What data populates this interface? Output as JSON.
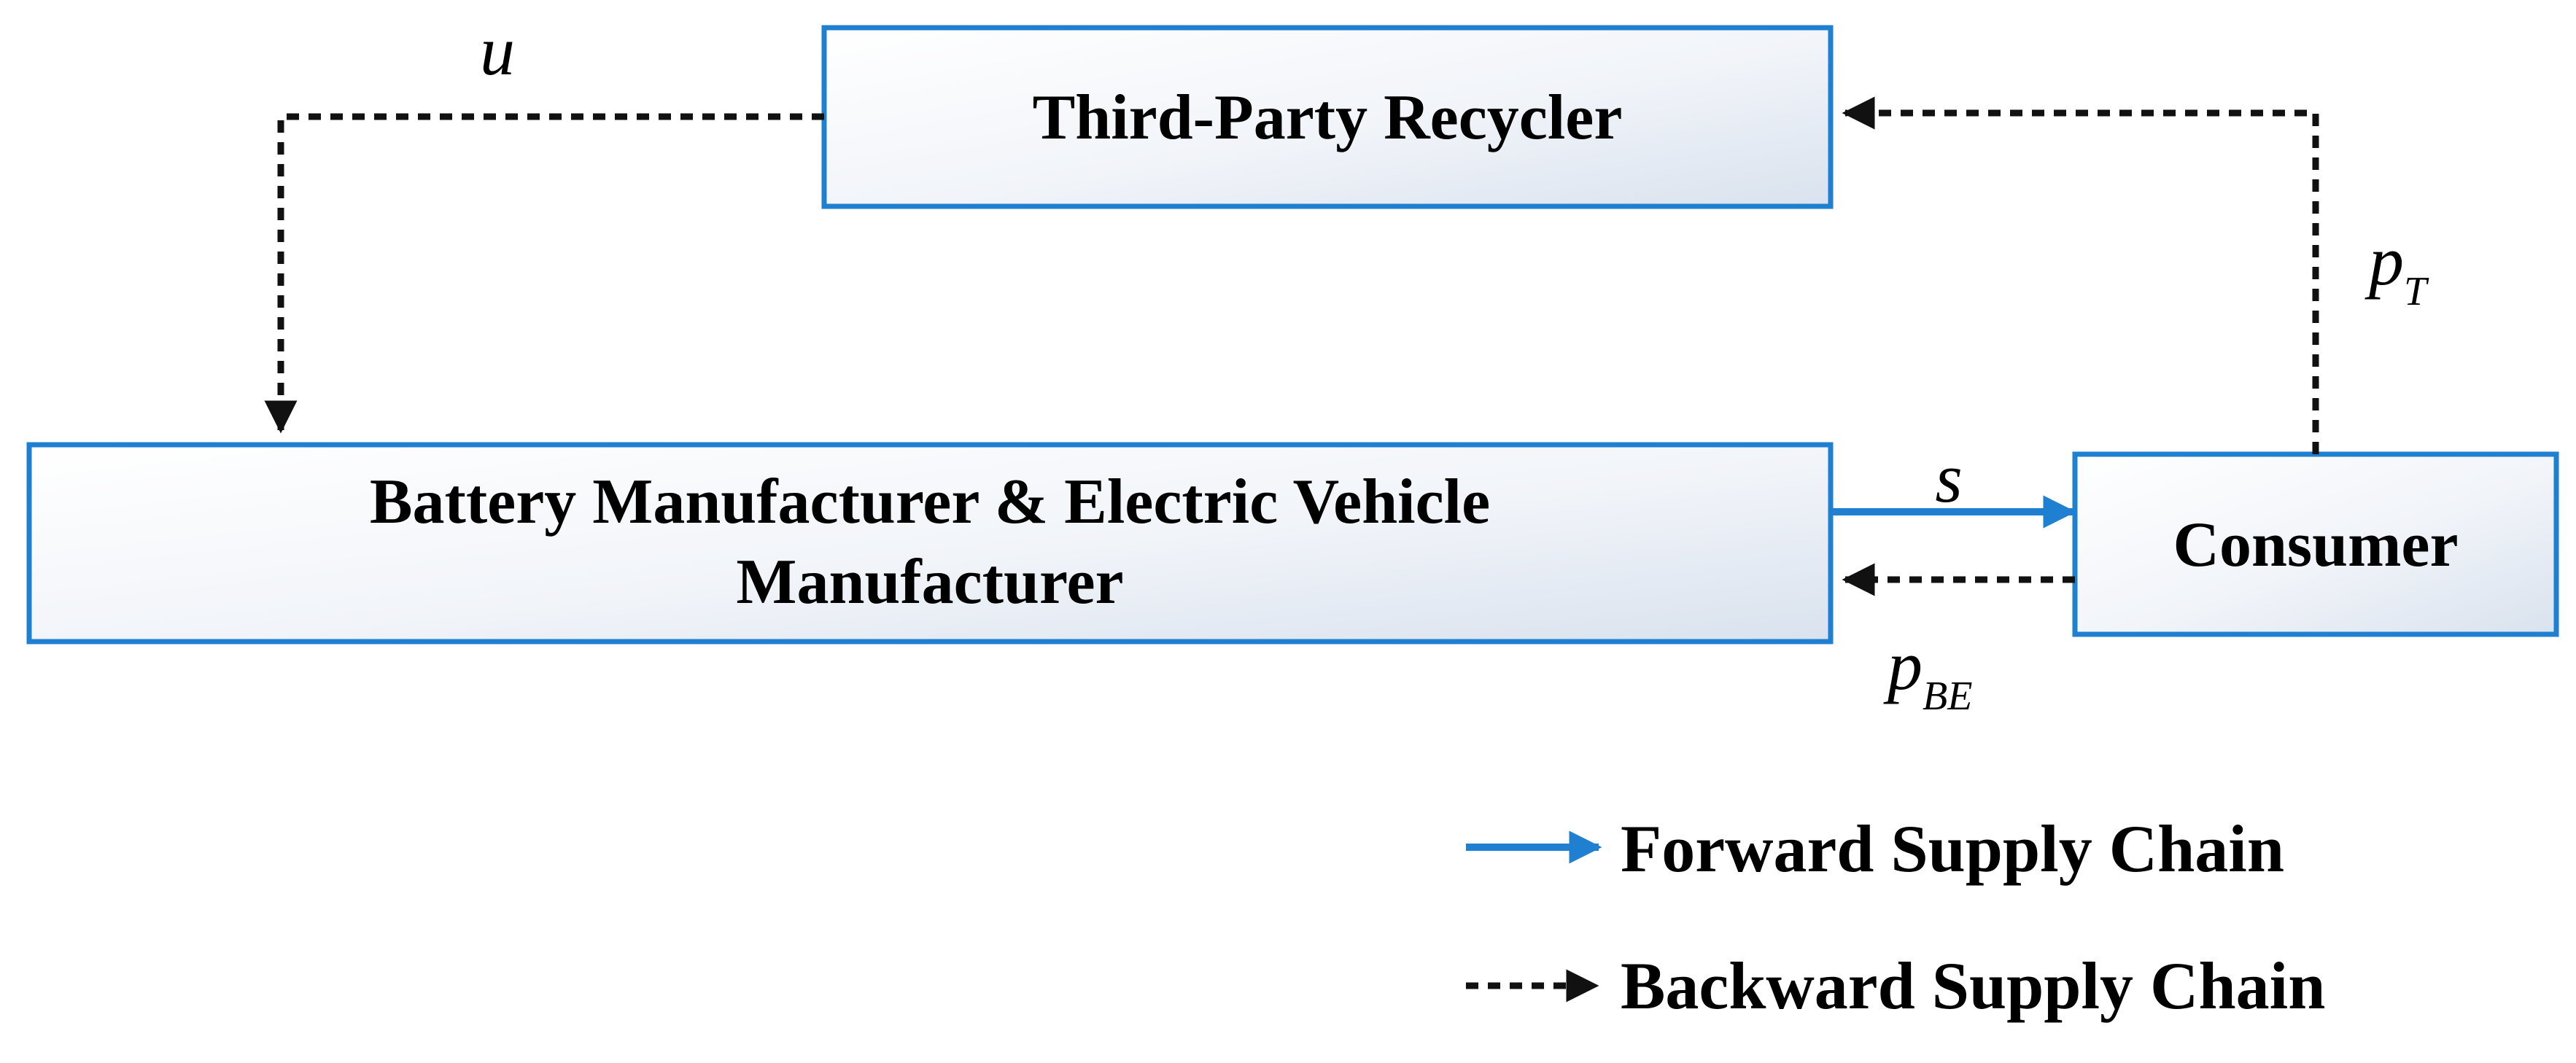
{
  "nodes": {
    "recycler": {
      "label": "Third-Party Recycler"
    },
    "manufacturer": {
      "label_line1": "Battery Manufacturer & Electric Vehicle",
      "label_line2": "Manufacturer"
    },
    "consumer": {
      "label": "Consumer"
    }
  },
  "flows": {
    "u": {
      "symbol": "u"
    },
    "p_t": {
      "symbol": "p",
      "subscript": "T"
    },
    "s": {
      "symbol": "s"
    },
    "p_be": {
      "symbol": "p",
      "subscript": "BE"
    }
  },
  "legend": {
    "forward": {
      "label": "Forward Supply Chain"
    },
    "backward": {
      "label": "Backward Supply Chain"
    }
  },
  "colors": {
    "box_border": "#1f7fd0",
    "box_fill_light": "#ffffff",
    "box_fill_dark": "#d9e2ee",
    "forward_arrow": "#1f7fd0",
    "backward_arrow": "#111111"
  }
}
